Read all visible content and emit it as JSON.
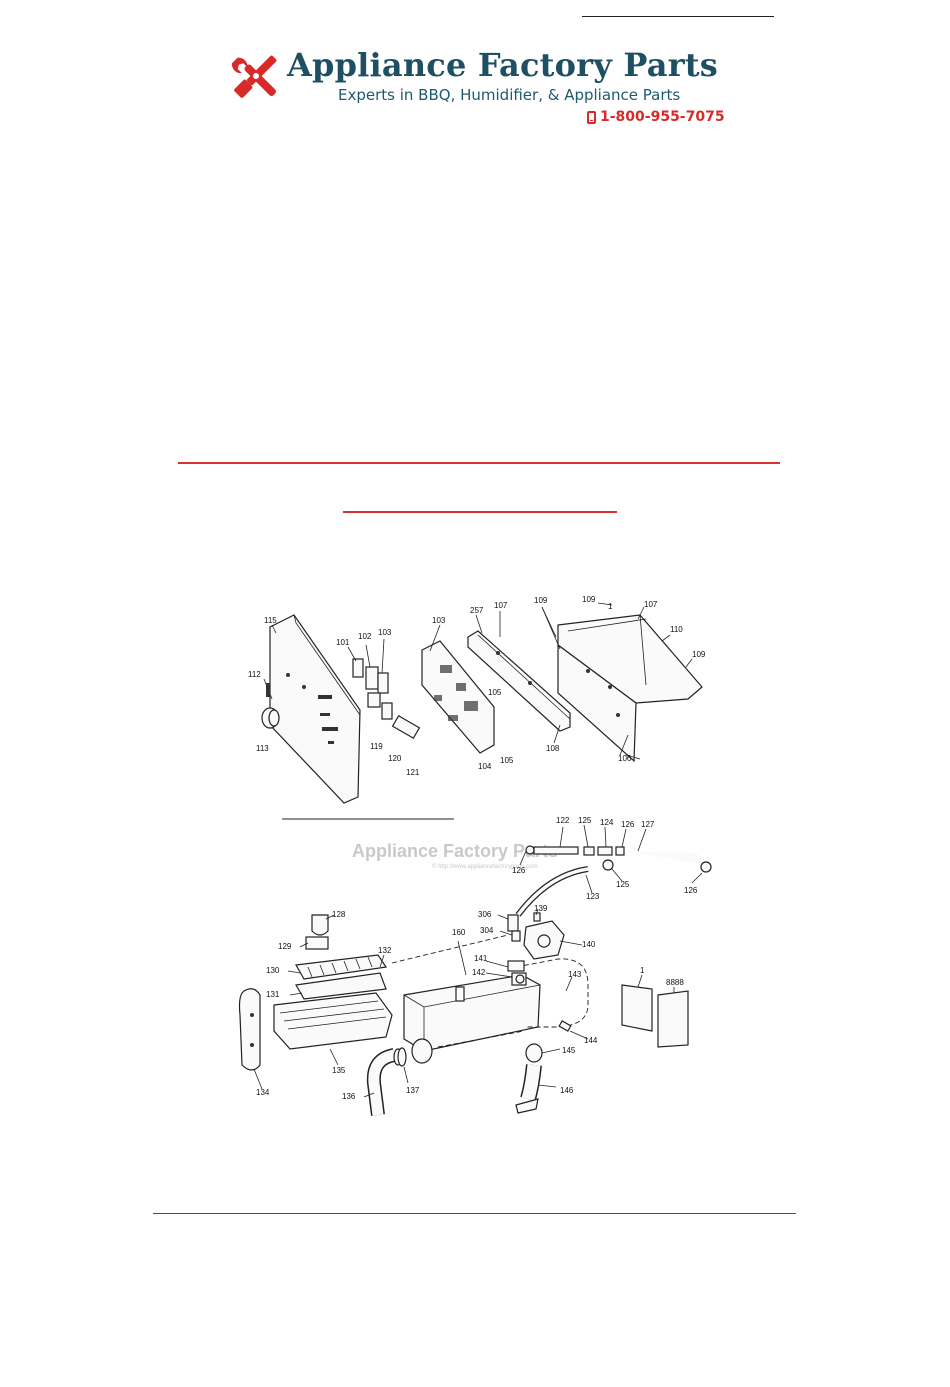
{
  "header": {
    "brand_name": "Appliance Factory Parts",
    "tagline": "Experts in BBQ, Humidifier, & Appliance Parts",
    "phone": "1-800-955-7075",
    "logo_icon": "wrench-screwdriver-icon",
    "phone_icon": "mobile-phone-icon",
    "brand_color": "#1e4f63",
    "accent_color": "#d92a2a"
  },
  "diagram": {
    "watermark": "Appliance Factory Parts",
    "watermark_url": "© http://www.appliancefactoryparts.com",
    "callouts_top": [
      "115",
      "112",
      "113",
      "101",
      "102",
      "103",
      "119",
      "120",
      "121",
      "103",
      "105",
      "104",
      "105",
      "257",
      "107",
      "108",
      "109",
      "107",
      "109",
      "1",
      "110",
      "109",
      "106"
    ],
    "callouts_bottom": [
      "122",
      "125",
      "124",
      "126",
      "127",
      "126",
      "125",
      "123",
      "126",
      "306",
      "139",
      "304",
      "140",
      "128",
      "129",
      "160",
      "132",
      "141",
      "142",
      "143",
      "130",
      "131",
      "134",
      "135",
      "136",
      "137",
      "144",
      "145",
      "146",
      "1",
      "8888"
    ]
  }
}
